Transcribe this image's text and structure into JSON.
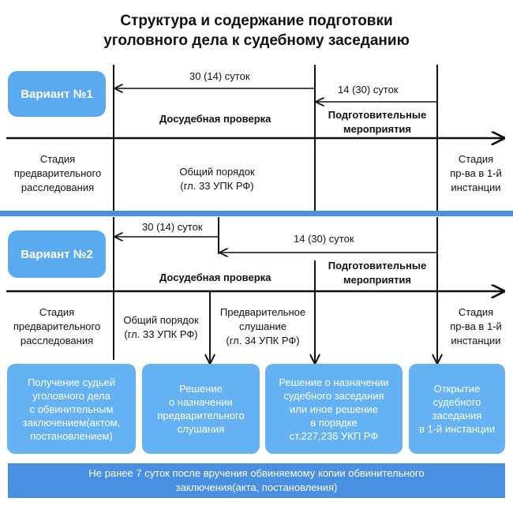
{
  "title": {
    "line1": "Структура и содержание подготовки",
    "line2": "уголовного дела к судебному заседанию"
  },
  "variant1": {
    "label": "Вариант №1",
    "arrow_top": "30 (14) суток",
    "arrow_second": "14 (30) суток",
    "pretrial_check": "Досудебная проверка",
    "prep_line1": "Подготовительные",
    "prep_line2": "мероприятия",
    "stage_left": [
      "Стадия",
      "предварительного",
      "расследования"
    ],
    "general_order": [
      "Общий порядок",
      "(гл. 33 УПК РФ)"
    ],
    "stage_right": [
      "Стадия",
      "пр-ва в 1-й",
      "инстанции"
    ]
  },
  "variant2": {
    "label": "Вариант №2",
    "arrow_top": "30 (14) суток",
    "arrow_second": "14 (30) суток",
    "pretrial_check": "Досудебная проверка",
    "prep_line1": "Подготовительные",
    "prep_line2": "мероприятия",
    "stage_left": [
      "Стадия",
      "предварительного",
      "расследования"
    ],
    "general_order": [
      "Общий порядок",
      "(гл. 33 УПК РФ)"
    ],
    "prelim_hearing": [
      "Предварительное",
      "слушание",
      "(гл. 34 УПК РФ)"
    ],
    "stage_right": [
      "Стадия",
      "пр-ва в 1-й",
      "инстанции"
    ]
  },
  "boxes": [
    [
      "Получение судьей",
      "уголовного дела",
      "с обвинительным",
      "заключением(актом,",
      "постановлением)"
    ],
    [
      "Решение",
      "о назначении",
      "предварительного",
      "слушания"
    ],
    [
      "Решение о назначении",
      "судебного заседания",
      "или иное решение",
      "в порядке",
      "ст.227,236 УКП РФ"
    ],
    [
      "Открытие",
      "судебного",
      "заседания",
      "в 1-й инстанции"
    ]
  ],
  "footer": {
    "line1": "Не ранее 7 суток после вручения обвиняемому копии обвинительного",
    "line2": "заключения(акта, постановления)"
  },
  "colors": {
    "pill": "#5aaaf0",
    "box": "#64b2f4",
    "footer": "#4a90e2",
    "separator": "#4a90e2"
  }
}
